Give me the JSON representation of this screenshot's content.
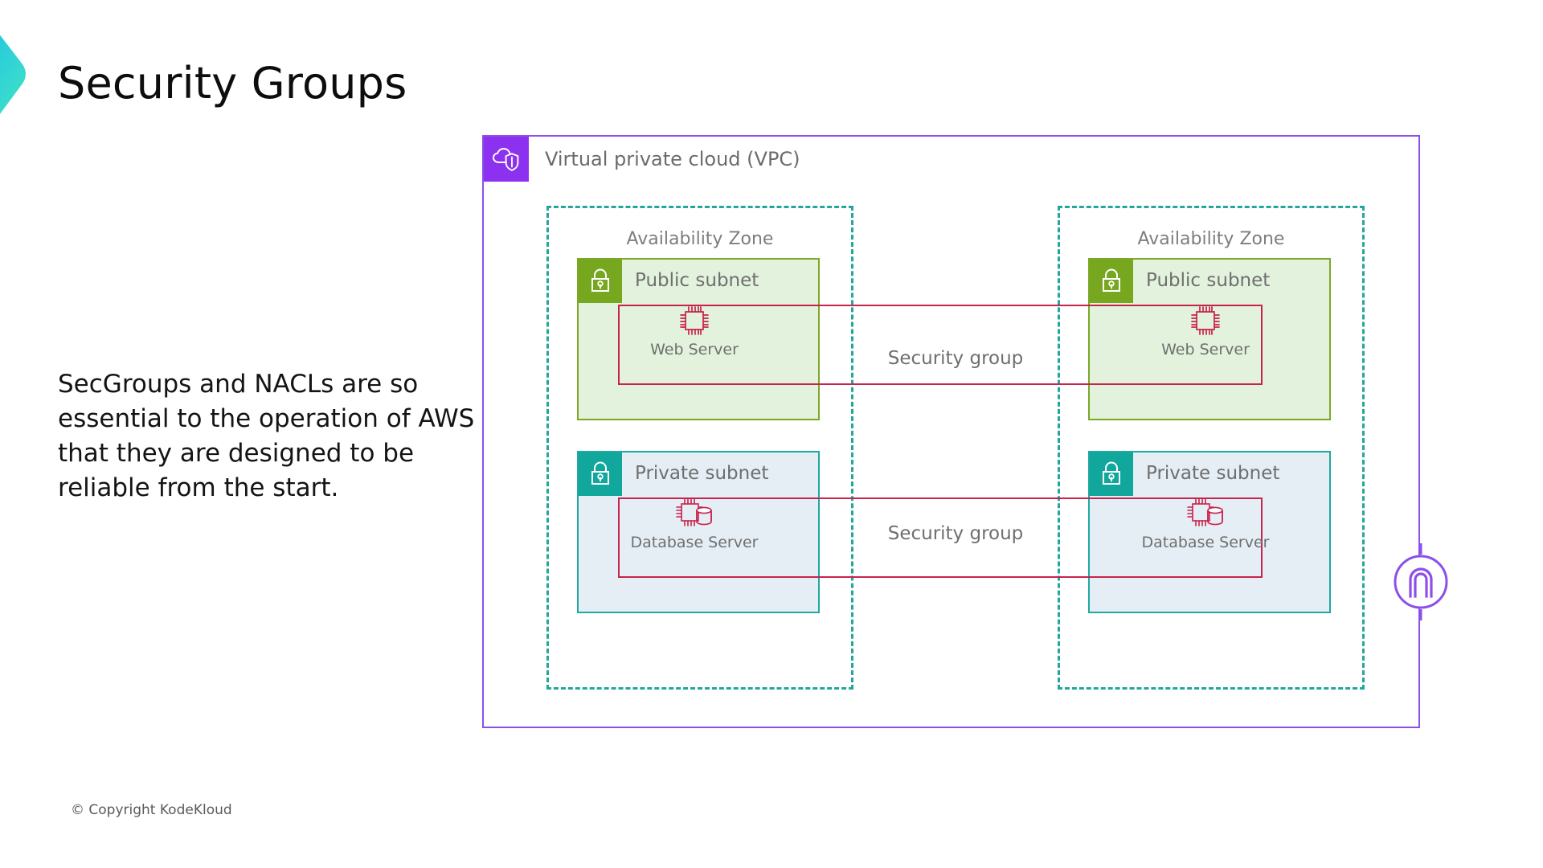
{
  "slide": {
    "title": "Security Groups",
    "body_text": "SecGroups and NACLs are so essential to the operation of AWS that they are designed to be reliable from the start.",
    "footer": "© Copyright KodeKloud"
  },
  "colors": {
    "brand_gradient_start": "#1ec8ee",
    "brand_gradient_end": "#3fe0c8",
    "vpc_purple": "#8c31f0",
    "vpc_border": "#8c4fe8",
    "az_dashed_teal": "#22a79a",
    "public_subnet_border": "#7aa928",
    "public_subnet_badge": "#76a71f",
    "public_subnet_fill": "#e2f2dc",
    "private_subnet_border": "#1fa9a0",
    "private_subnet_badge": "#11a79d",
    "private_subnet_fill": "#e4eef4",
    "security_group_crimson": "#c9224c",
    "resource_icon_red": "#c9224c",
    "label_gray": "#6f6f6f"
  },
  "diagram": {
    "vpc": {
      "label": "Virtual private cloud (VPC)",
      "icon": "vpc-cloud-shield-icon"
    },
    "availability_zones": [
      {
        "label": "Availability Zone"
      },
      {
        "label": "Availability Zone"
      }
    ],
    "subnets": [
      {
        "title": "Public subnet",
        "type": "public",
        "icon": "lock-icon",
        "zone": 0
      },
      {
        "title": "Public subnet",
        "type": "public",
        "icon": "lock-icon",
        "zone": 1
      },
      {
        "title": "Private subnet",
        "type": "private",
        "icon": "lock-icon",
        "zone": 0
      },
      {
        "title": "Private subnet",
        "type": "private",
        "icon": "lock-icon",
        "zone": 1
      }
    ],
    "resources": [
      {
        "label": "Web Server",
        "icon": "cpu-chip-icon",
        "zone": 0,
        "subnet": "public"
      },
      {
        "label": "Web Server",
        "icon": "cpu-chip-icon",
        "zone": 1,
        "subnet": "public"
      },
      {
        "label": "Database Server",
        "icon": "cpu-chip-database-icon",
        "zone": 0,
        "subnet": "private"
      },
      {
        "label": "Database Server",
        "icon": "cpu-chip-database-icon",
        "zone": 1,
        "subnet": "private"
      }
    ],
    "security_groups": [
      {
        "label": "Security group",
        "spans": "public-subnets"
      },
      {
        "label": "Security group",
        "spans": "private-subnets"
      }
    ],
    "gateway": {
      "icon": "internet-gateway-icon"
    }
  }
}
